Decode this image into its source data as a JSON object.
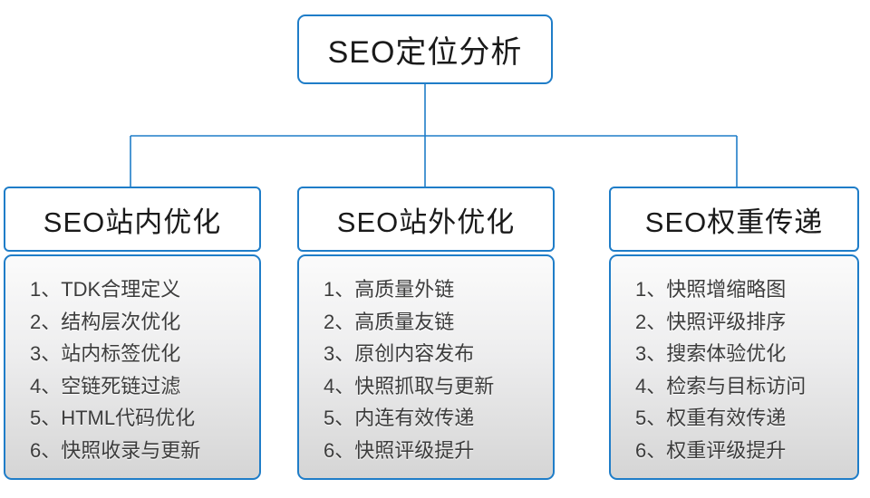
{
  "colors": {
    "accent": "#1f7dc8",
    "title-text": "#1a1a1a",
    "item-text": "#3c3c3c",
    "list-top": "#fbfbfb",
    "list-bottom": "#d5d5d5"
  },
  "root": {
    "label": "SEO定位分析"
  },
  "columns": [
    {
      "title": "SEO站内优化",
      "items": [
        "1、TDK合理定义",
        "2、结构层次优化",
        "3、站内标签优化",
        "4、空链死链过滤",
        "5、HTML代码优化",
        "6、快照收录与更新"
      ]
    },
    {
      "title": "SEO站外优化",
      "items": [
        "1、高质量外链",
        "2、高质量友链",
        "3、原创内容发布",
        "4、快照抓取与更新",
        "5、内连有效传递",
        "6、快照评级提升"
      ]
    },
    {
      "title": "SEO权重传递",
      "items": [
        "1、快照增缩略图",
        "2、快照评级排序",
        "3、搜索体验优化",
        "4、检索与目标访问",
        "5、权重有效传递",
        "6、权重评级提升"
      ]
    }
  ]
}
